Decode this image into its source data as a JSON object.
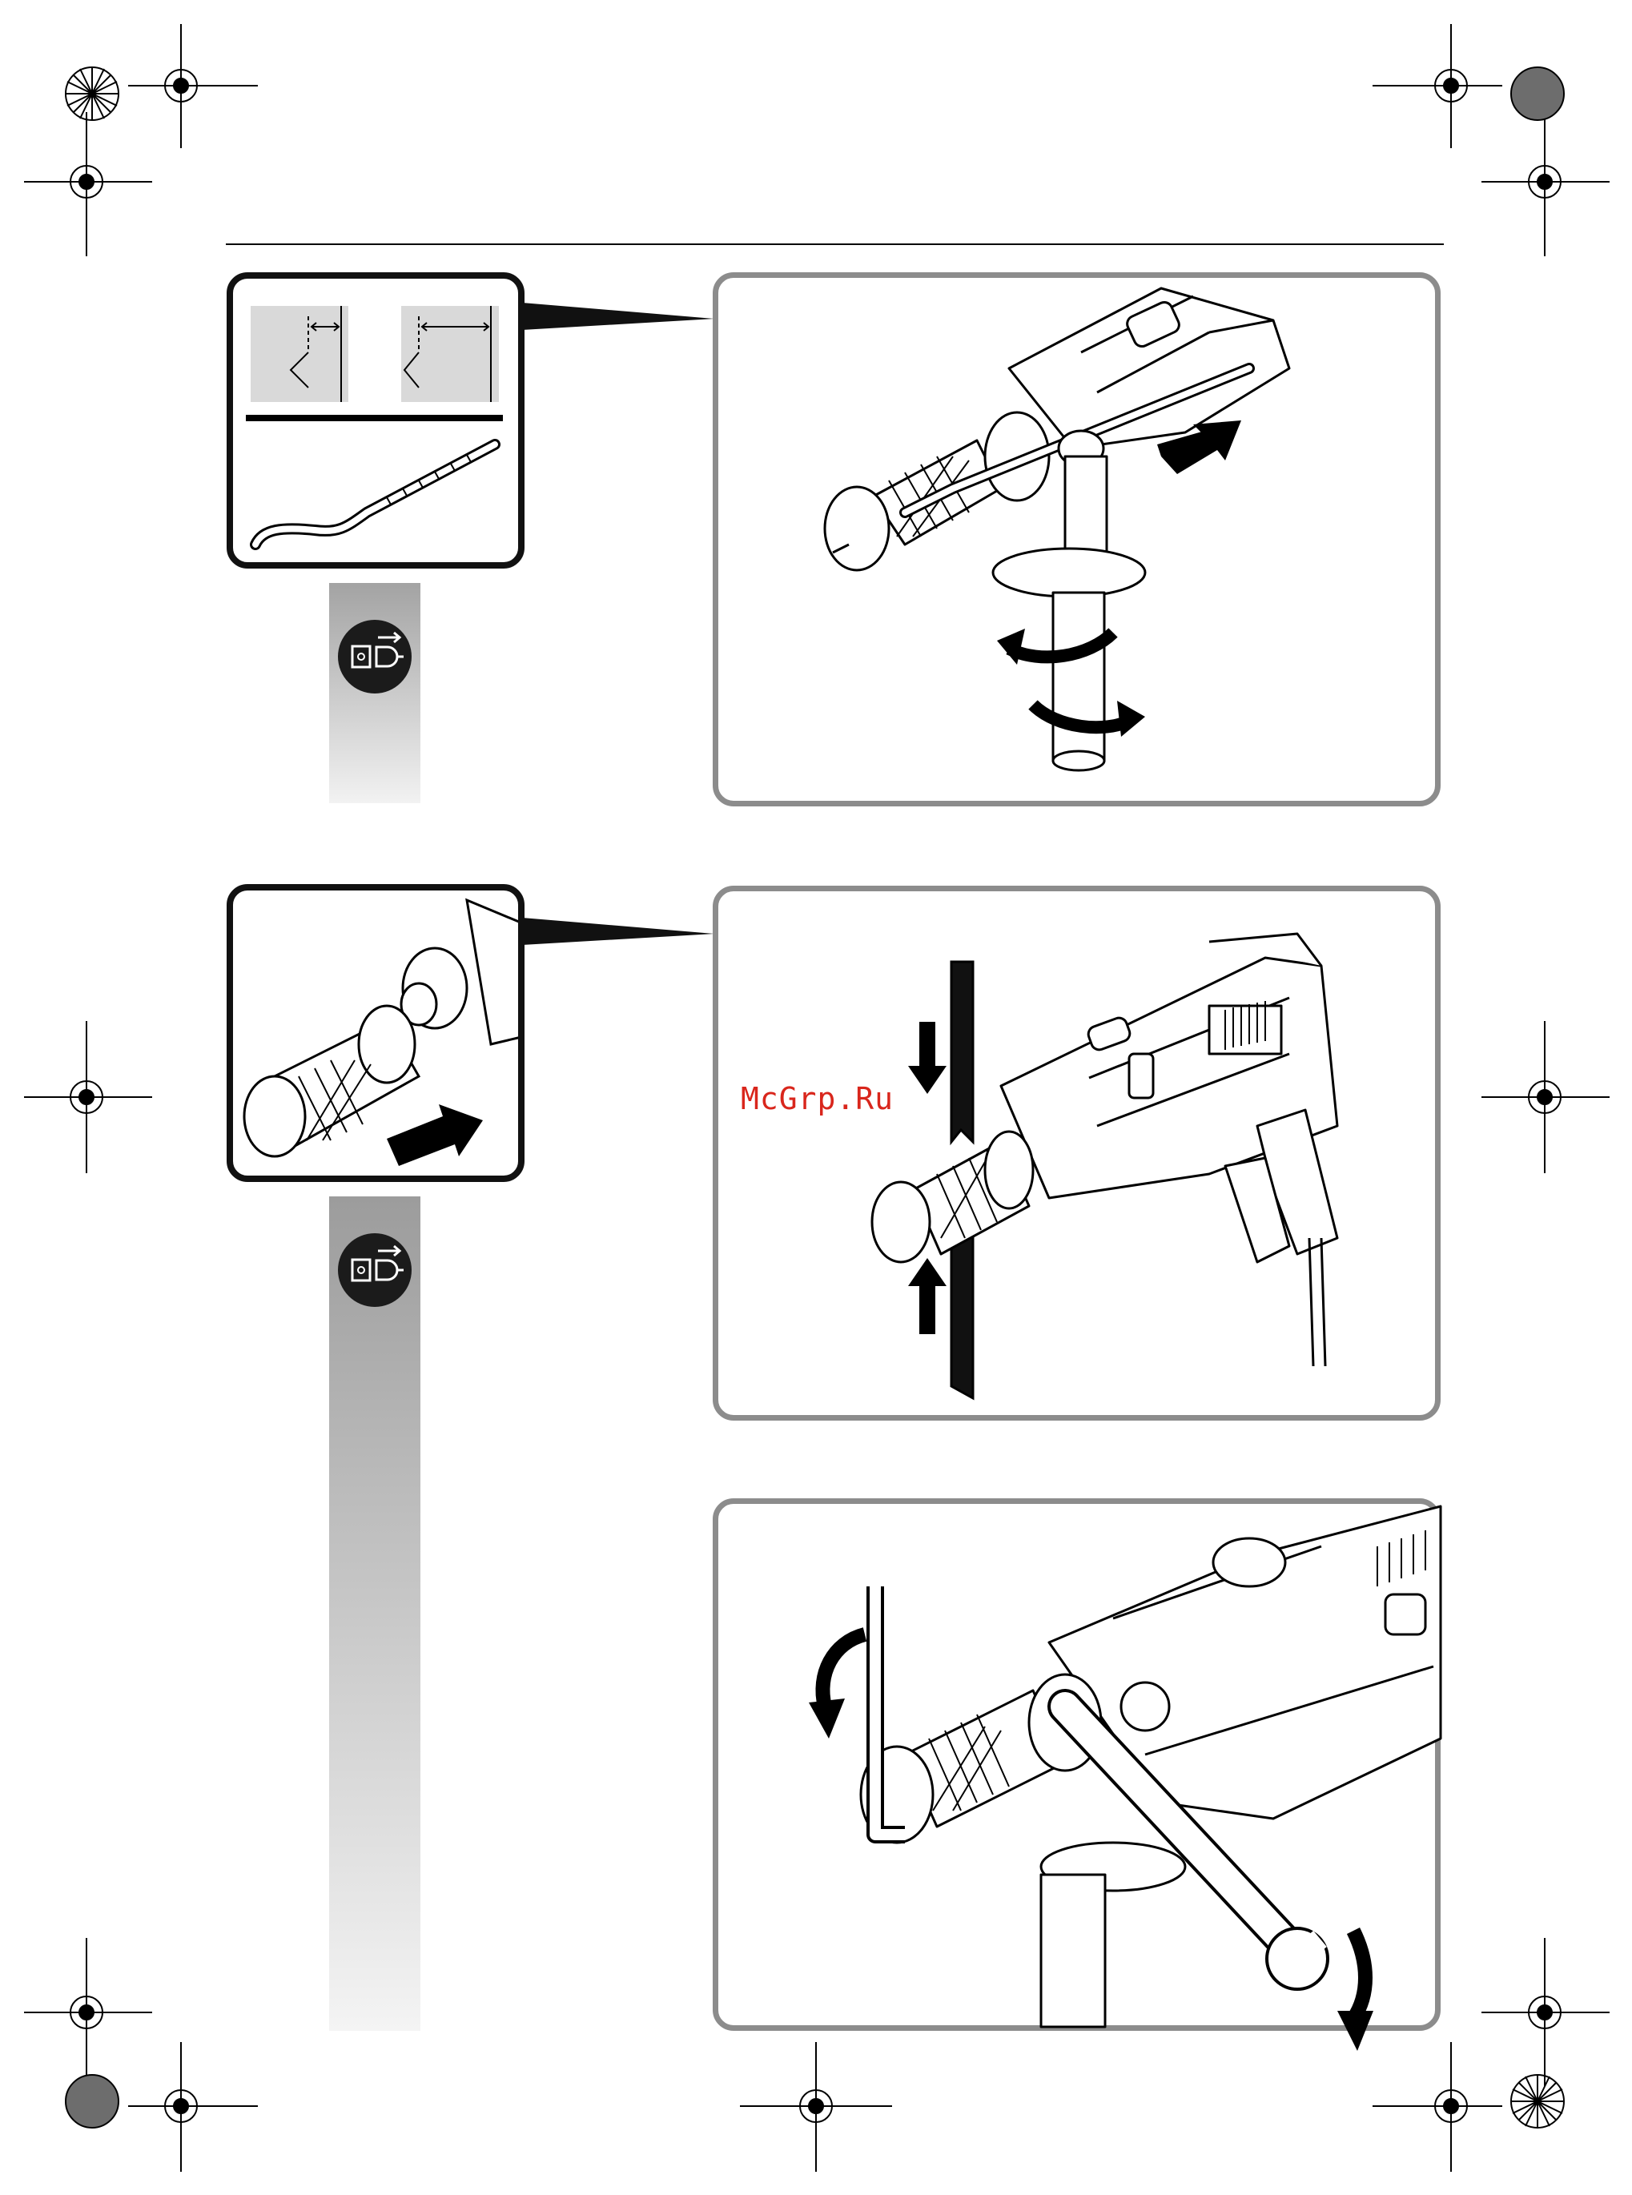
{
  "page": {
    "watermark": "McGrp.Ru"
  },
  "figures": [
    {
      "id": "depth-stop-adjustment",
      "icon": "unplug-before-work-icon"
    },
    {
      "id": "chuck-removal-with-keys",
      "icon": "unplug-before-work-icon"
    },
    {
      "id": "chuck-loosening-wrench-and-hex-key"
    }
  ],
  "colors": {
    "panel_border": "#8c8c8c",
    "detail_border": "#111111",
    "watermark": "#d9261c",
    "gray_bar_top": "#a3a3a3",
    "gray_bar_bottom": "#f2f2f2"
  }
}
